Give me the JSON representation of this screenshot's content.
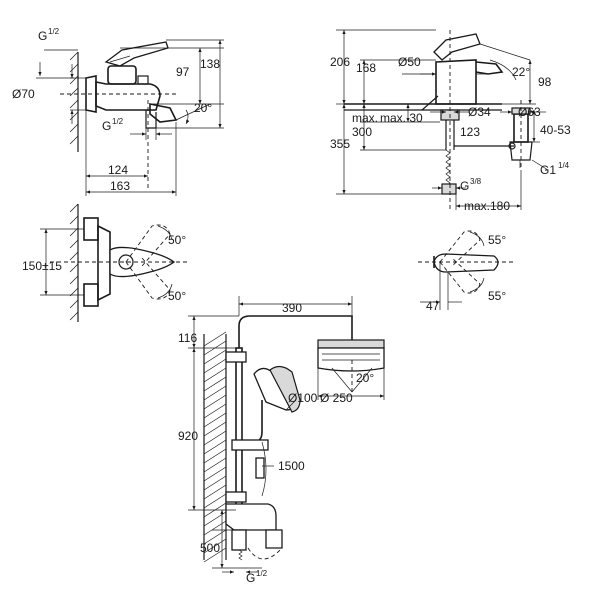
{
  "bath_mixer": {
    "thread_top": "G",
    "thread_top_frac": "1/2",
    "dia_70": "Ø70",
    "h_97": "97",
    "h_138": "138",
    "angle_20": "20°",
    "thread_bottom": "G",
    "thread_bottom_frac": "1/2",
    "w_124": "124",
    "w_163": "163"
  },
  "basin_mixer": {
    "h_206": "206",
    "h_168": "168",
    "dia_50": "Ø50",
    "angle_22": "22°",
    "h_98": "98",
    "max30": "max. 30",
    "max_prefix": "max.",
    "dia_34": "Ø34",
    "dia_63": "Ø63",
    "h_300": "300",
    "h_123": "123",
    "h_40_53": "40-53",
    "h_355": "355",
    "thread_g38": "G",
    "thread_g38_frac": "3/8",
    "thread_g114": "G1",
    "thread_g114_frac": "1/4",
    "max180": "max.180"
  },
  "wall_mixer_top": {
    "h_150": "150±15",
    "angle_a": "50°",
    "angle_b": "50°"
  },
  "basin_top": {
    "angle_a": "55°",
    "angle_b": "55°",
    "w_47": "47"
  },
  "shower_system": {
    "w_390": "390",
    "h_116": "116",
    "angle_20": "20°",
    "dia_100": "Ø100",
    "dia_250": "Ø 250",
    "h_920": "920",
    "len_1500": "1500",
    "h_500": "500",
    "thread": "G",
    "thread_frac": "1/2"
  }
}
